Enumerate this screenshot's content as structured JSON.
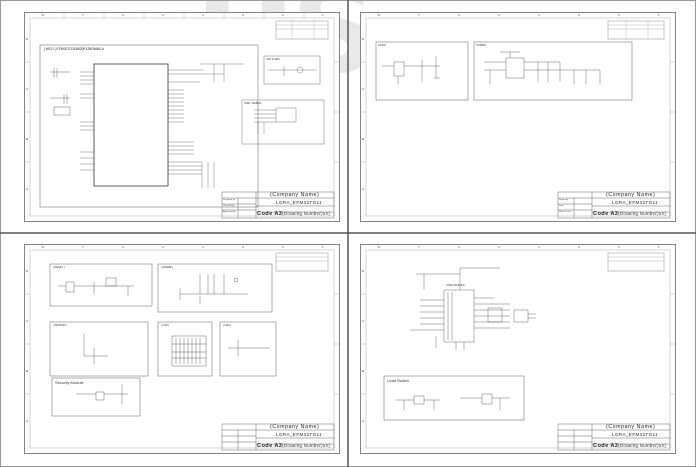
{
  "watermark": "HS",
  "cols": [
    "8",
    "7",
    "6",
    "5",
    "4",
    "3",
    "2",
    "1"
  ],
  "rows": [
    "D",
    "C",
    "B",
    "A"
  ],
  "title_block": {
    "company": "(Company Name)",
    "board": "LORA_EFM32TG11",
    "code": "Code",
    "drawing": "A3",
    "drawing_number": "(Drawing Number)",
    "revision": "Revision",
    "rev_tail": "on)",
    "small": [
      "Designed by",
      "Checked by",
      "Approved by",
      "Drawn by",
      "Date",
      "Sheet 1 of 4"
    ]
  },
  "sheets": [
    {
      "mcu_title": "[ MCU ] EFM32TG11B520F128GM64-A",
      "sections": [
        "ANT & SMA",
        "SWD / DEBUG"
      ]
    },
    {
      "sections": [
        "DC/DC",
        "POWER"
      ]
    },
    {
      "sections": [
        "[ RESET ]",
        "[ FRAME ]",
        "[ SENSOR ]",
        "[ LCD ]",
        "[ LED ]",
        "Security Module"
      ]
    },
    {
      "sections": [
        "Load Switch"
      ],
      "labels": [
        "LORA MODULE"
      ]
    }
  ]
}
